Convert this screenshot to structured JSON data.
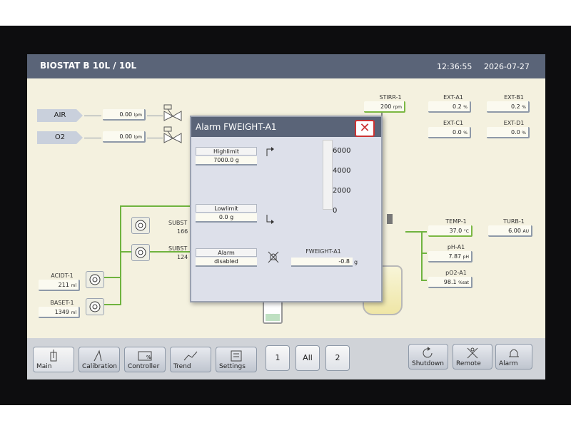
{
  "header": {
    "app_title": "BIOSTAT B 10L / 10L",
    "time": "12:36:55",
    "date": "2026-07-27"
  },
  "gas": [
    {
      "label": "AIR",
      "value": "0.00",
      "unit": "lpm"
    },
    {
      "label": "O2",
      "value": "0.00",
      "unit": "lpm"
    }
  ],
  "top_sensors": [
    {
      "tag": "STIRR-1",
      "value": "200",
      "unit": "rpm"
    },
    {
      "tag": "EXT-A1",
      "value": "0.2",
      "unit": "%"
    },
    {
      "tag": "EXT-B1",
      "value": "0.2",
      "unit": "%"
    },
    {
      "tag": "EXT-C1",
      "value": "0.0",
      "unit": "%"
    },
    {
      "tag": "EXT-D1",
      "value": "0.0",
      "unit": "%"
    }
  ],
  "right_sensors": [
    {
      "tag": "TEMP-1",
      "value": "37.0",
      "unit": "°C"
    },
    {
      "tag": "TURB-1",
      "value": "6.00",
      "unit": "AU"
    },
    {
      "tag": "pH-A1",
      "value": "7.87",
      "unit": "pH"
    },
    {
      "tag": "pO2-A1",
      "value": "98.1",
      "unit": "%sat"
    }
  ],
  "pumps": [
    {
      "tag": "SUBST",
      "value": "166"
    },
    {
      "tag": "SUBST",
      "value": "124"
    },
    {
      "tag": "ACIDT-1",
      "value": "211",
      "unit": "ml"
    },
    {
      "tag": "BASET-1",
      "value": "1349",
      "unit": "ml"
    }
  ],
  "dialog": {
    "title": "Alarm FWEIGHT-A1",
    "close": "✕",
    "highlimit_label": "Highlimit",
    "highlimit_value": "7000.0 g",
    "lowlimit_label": "Lowlimit",
    "lowlimit_value": "0.0 g",
    "alarm_label": "Alarm",
    "alarm_value": "disabled",
    "pv_label": "FWEIGHT-A1",
    "pv_value": "-0.8",
    "pv_unit": "g",
    "scale": [
      "6000",
      "4000",
      "2000",
      "0"
    ]
  },
  "footer": {
    "nav": [
      "Main",
      "Calibration",
      "Controller",
      "Trend",
      "Settings"
    ],
    "pages": [
      "1",
      "All",
      "2"
    ],
    "actions": [
      "Shutdown",
      "Remote",
      "Alarm"
    ]
  },
  "colors": {
    "title_bar": "#5a6478",
    "screen_bg": "#f4f1df",
    "active_line": "#6fb33f",
    "close_red": "#cc3333"
  }
}
